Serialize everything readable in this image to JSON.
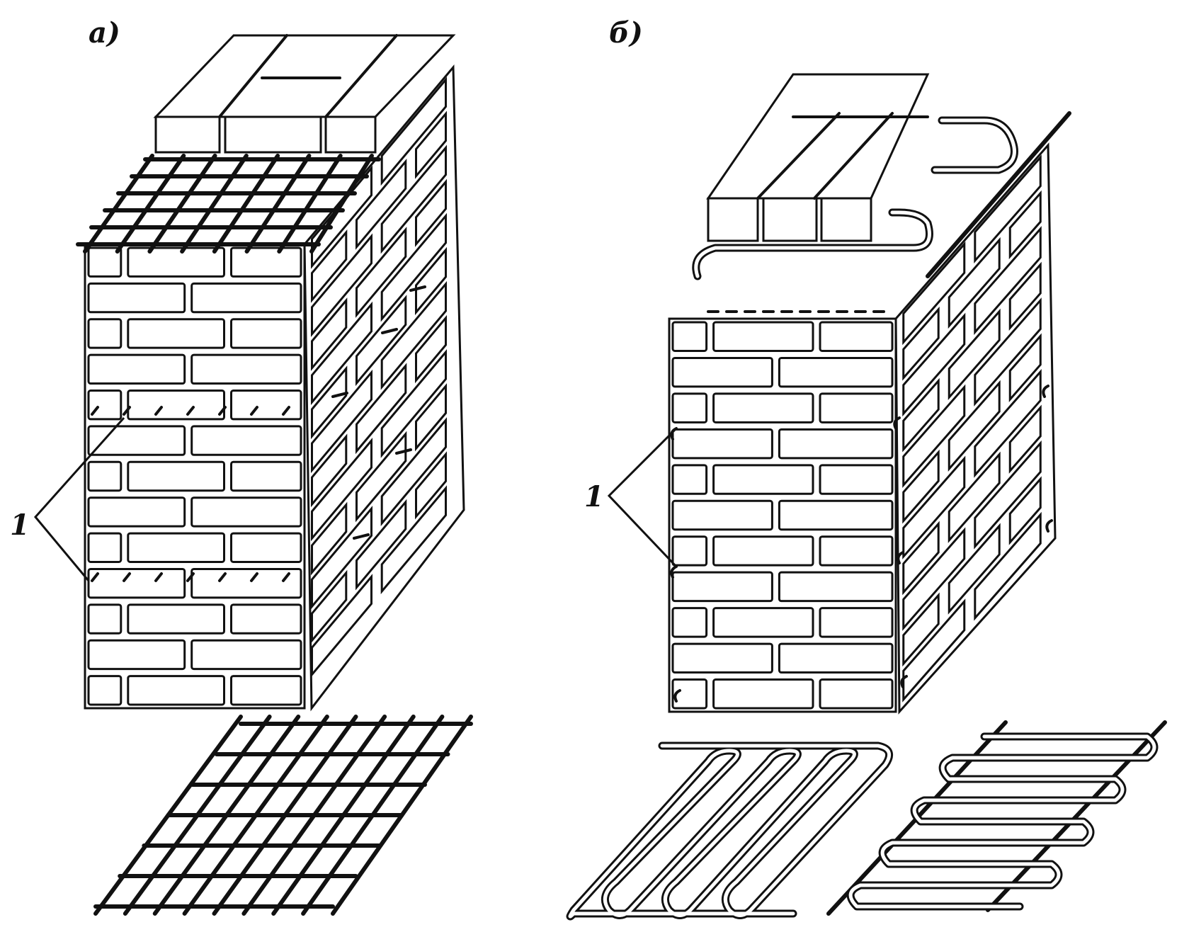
{
  "figure": {
    "panels": [
      {
        "id": "a",
        "label": "а)"
      },
      {
        "id": "b",
        "label": "б)"
      }
    ],
    "callouts": [
      {
        "panel": "a",
        "text": "1"
      },
      {
        "panel": "b",
        "text": "1"
      }
    ]
  }
}
